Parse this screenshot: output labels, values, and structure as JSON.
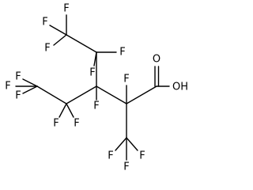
{
  "molecule": {
    "atoms": [
      {
        "id": "F1",
        "label": "F"
      },
      {
        "id": "F2",
        "label": "F"
      },
      {
        "id": "F3",
        "label": "F"
      },
      {
        "id": "F4",
        "label": "F"
      },
      {
        "id": "F5",
        "label": "F"
      },
      {
        "id": "F6",
        "label": "F"
      },
      {
        "id": "F7",
        "label": "F"
      },
      {
        "id": "F8",
        "label": "F"
      },
      {
        "id": "F9",
        "label": "F"
      },
      {
        "id": "F10",
        "label": "F"
      },
      {
        "id": "F11",
        "label": "F"
      },
      {
        "id": "F12",
        "label": "F"
      },
      {
        "id": "F13",
        "label": "F"
      },
      {
        "id": "F14",
        "label": "F"
      },
      {
        "id": "F15",
        "label": "F"
      },
      {
        "id": "O1",
        "label": "O"
      },
      {
        "id": "OH",
        "label": "OH"
      }
    ],
    "colors": {
      "bond": "#000000",
      "label": "#000000",
      "background": "#ffffff"
    }
  }
}
